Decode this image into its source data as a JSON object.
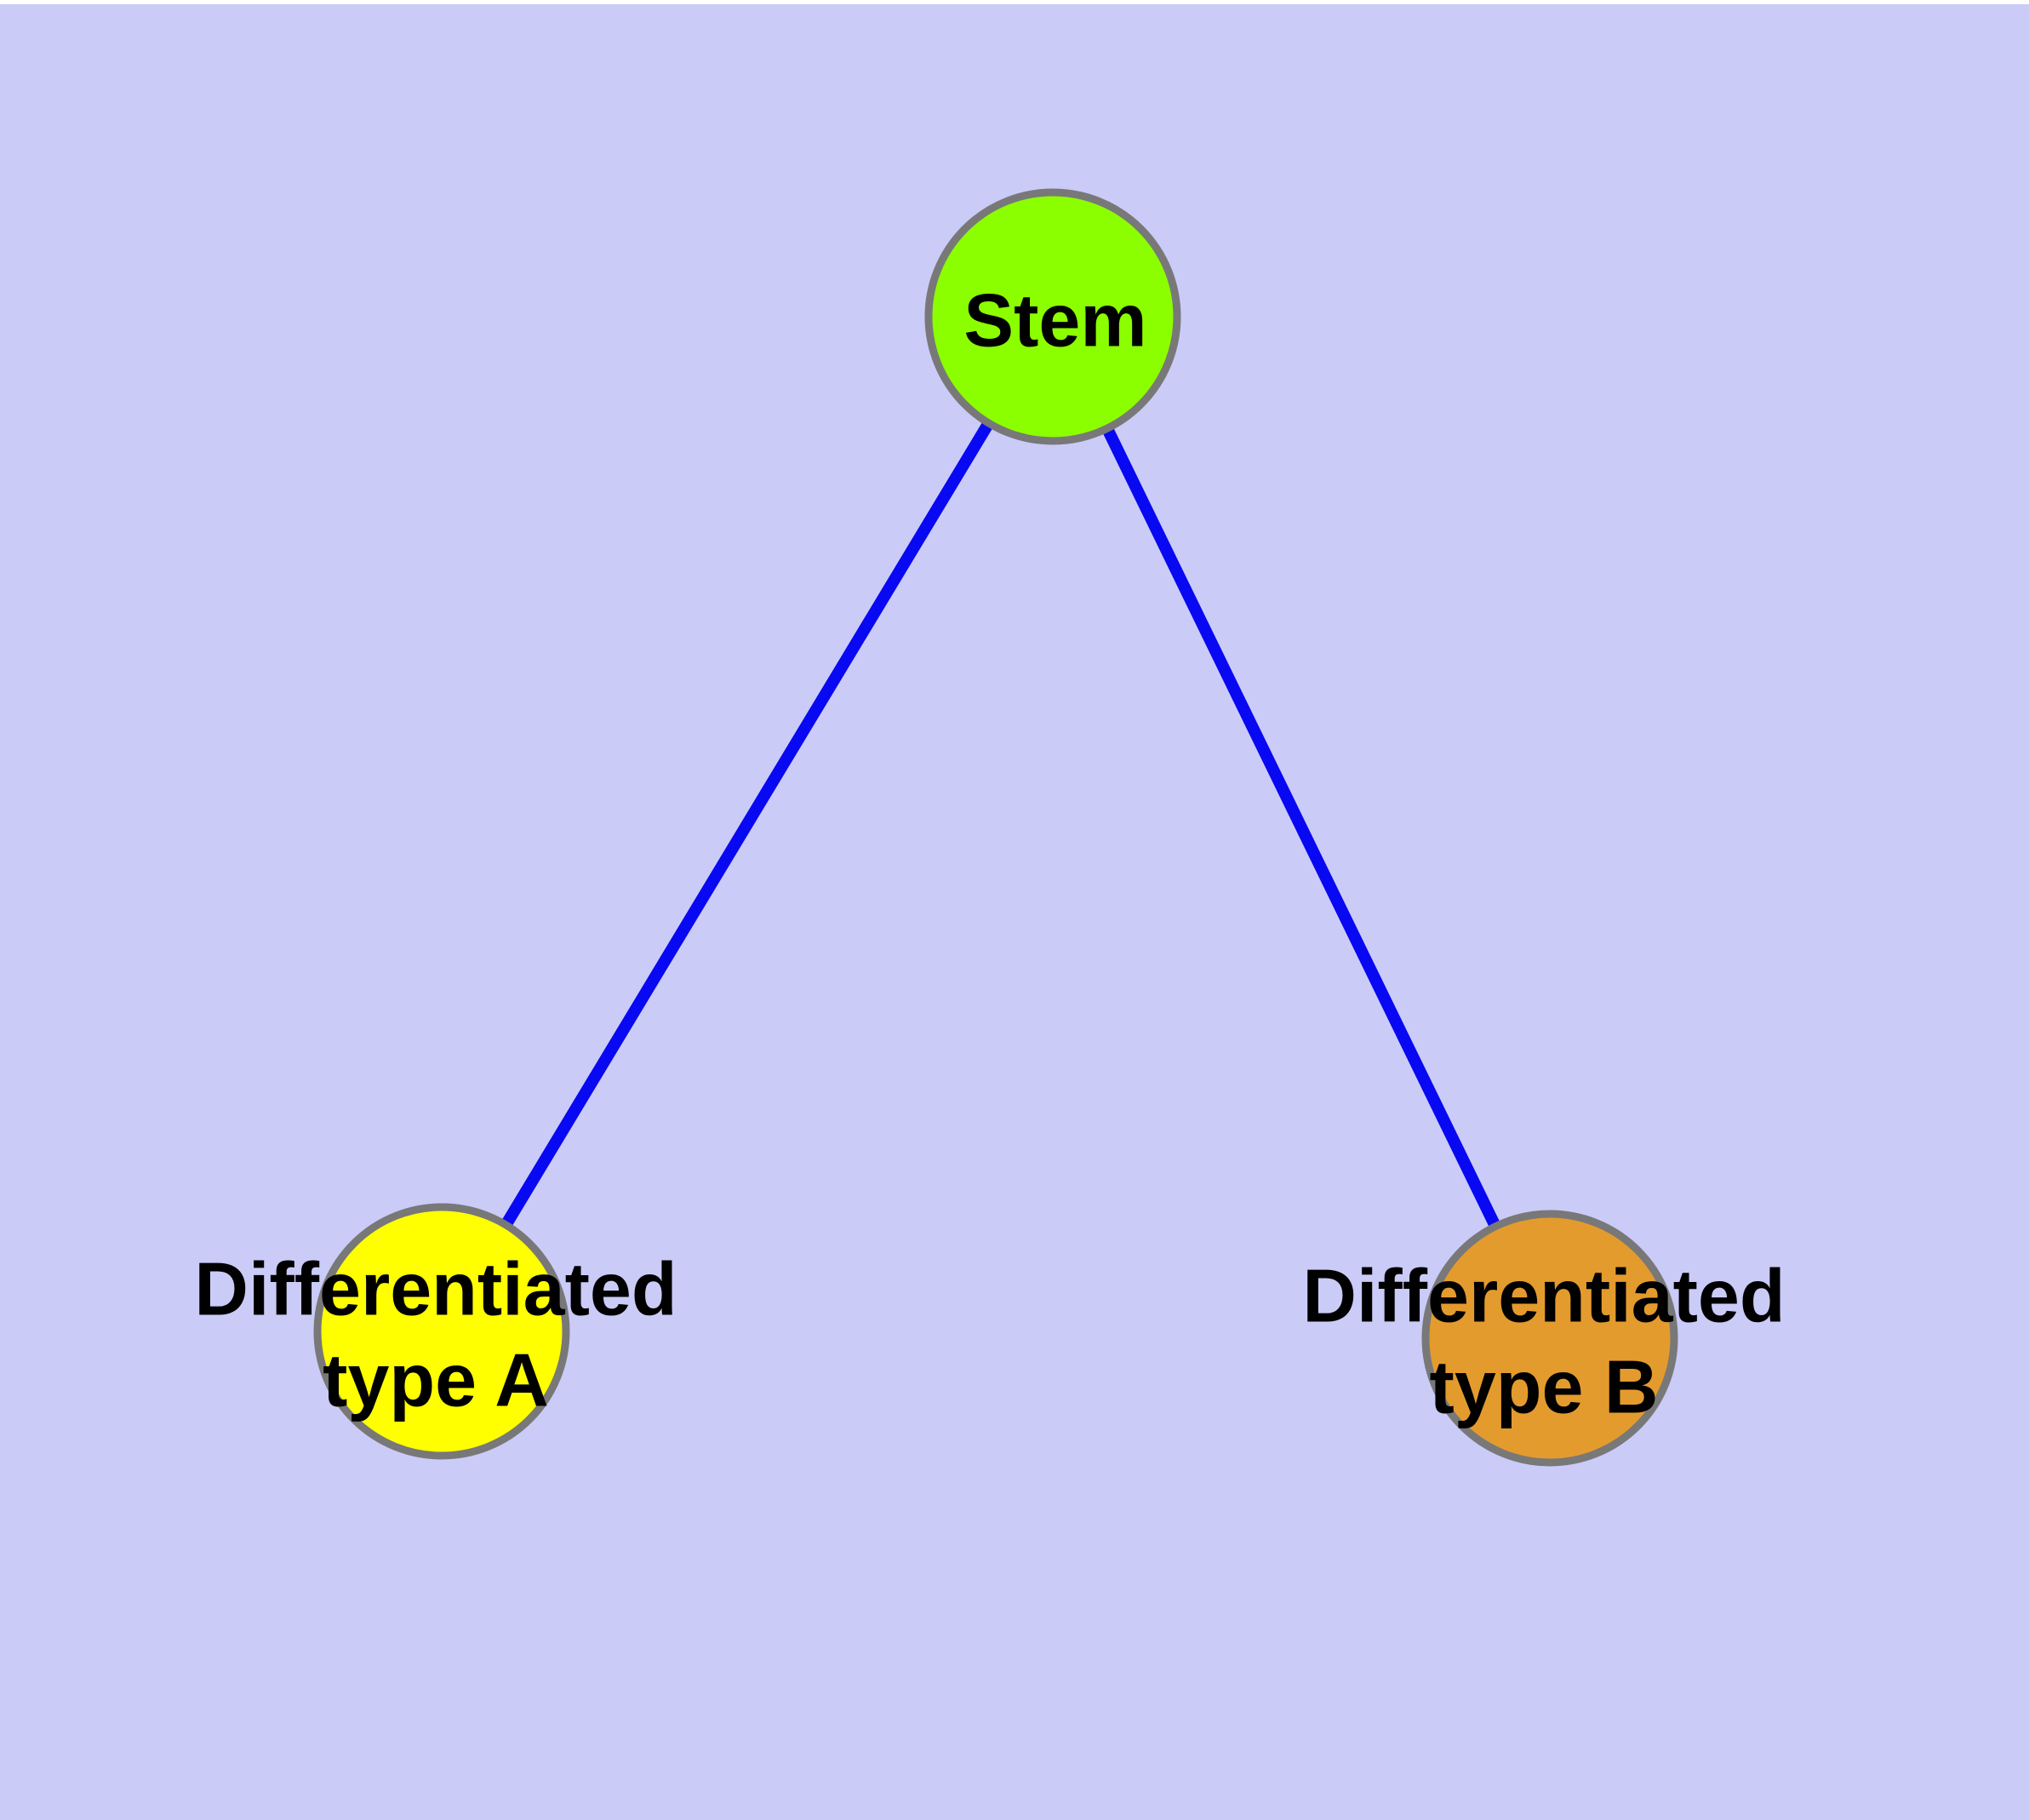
{
  "diagram": {
    "background": "#CBCBF8",
    "top_margin_color": "#FFFFFF",
    "text_color": "#000000",
    "node_border_color": "#787878",
    "edge_color": "#0808F2",
    "nodes": [
      {
        "id": "stem",
        "label": "Stem",
        "fill": "#8BFF00",
        "stroke": "#787878"
      },
      {
        "id": "differentiated-type-a",
        "label": "Differentiated\ntype A",
        "fill": "#FFFF00",
        "stroke": "#787878"
      },
      {
        "id": "differentiated-type-b",
        "label": "Differentiated\ntype B",
        "fill": "#E49B2D",
        "stroke": "#787878"
      }
    ],
    "edges": [
      {
        "from": "stem",
        "to": "differentiated-type-a",
        "color": "#0808F2"
      },
      {
        "from": "stem",
        "to": "differentiated-type-b",
        "color": "#0808F2"
      }
    ]
  }
}
